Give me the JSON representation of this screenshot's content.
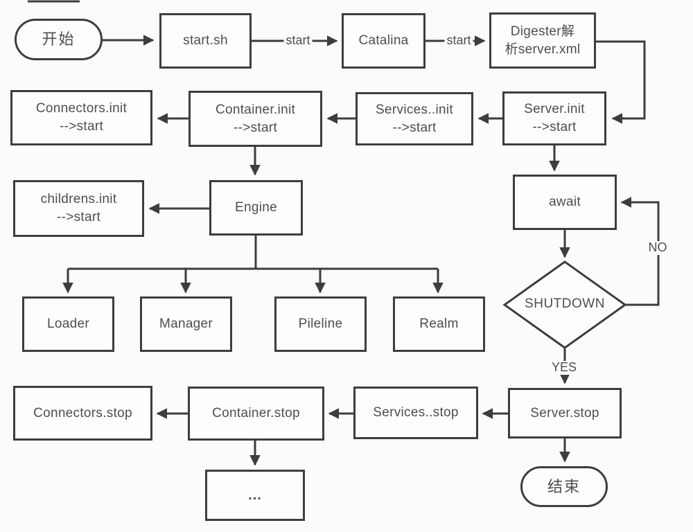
{
  "diagram": {
    "description": "Tomcat startup and shutdown lifecycle flowchart",
    "colors": {
      "line": "#3d3d3d",
      "text": "#4d4d4d",
      "background": "#fbfbfb"
    },
    "nodes": {
      "start_terminal": {
        "label": "开始"
      },
      "start_sh": {
        "label": "start.sh"
      },
      "catalina": {
        "label": "Catalina"
      },
      "digester": {
        "label": "Digester解\n析server.xml"
      },
      "server_init": {
        "label": "Server.init\n-->start"
      },
      "services_init": {
        "label": "Services..init\n-->start"
      },
      "container_init": {
        "label": "Container.init\n-->start"
      },
      "connectors_init": {
        "label": "Connectors.init\n-->start"
      },
      "childrens_init": {
        "label": "childrens.init\n-->start"
      },
      "engine": {
        "label": "Engine"
      },
      "await": {
        "label": "await"
      },
      "shutdown": {
        "label": "SHUTDOWN"
      },
      "loader": {
        "label": "Loader"
      },
      "manager": {
        "label": "Manager"
      },
      "pileline": {
        "label": "Pileline"
      },
      "realm": {
        "label": "Realm"
      },
      "connectors_stop": {
        "label": "Connectors.stop"
      },
      "container_stop": {
        "label": "Container.stop"
      },
      "services_stop": {
        "label": "Services..stop"
      },
      "server_stop": {
        "label": "Server.stop"
      },
      "ellipsis": {
        "label": "..."
      },
      "end_terminal": {
        "label": "结束"
      }
    },
    "edge_labels": {
      "start_1": "start",
      "start_2": "start",
      "no": "NO",
      "yes": "YES"
    }
  }
}
